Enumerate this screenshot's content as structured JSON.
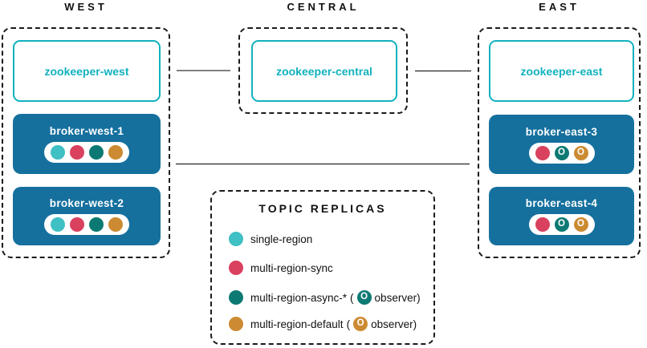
{
  "diagram": {
    "description": "Kafka multi-region deployment diagram with west, central and east regions"
  },
  "colors": {
    "broker_fill": "#15709E",
    "zookeeper_accent": "#12B1BF",
    "replica_single_region": "#3FC0C4",
    "replica_multi_region_sync": "#D9415F",
    "replica_multi_region_async": "#0C7A73",
    "replica_multi_region_default": "#CC8B32",
    "connector_gray": "#808080",
    "connector_black": "#000000",
    "dashed_border": "#1a1a1a"
  },
  "glyphs": {
    "observer": "O"
  },
  "regions": {
    "west": {
      "title": "WEST",
      "zookeeper_label": "zookeeper-west",
      "brokers": [
        {
          "name": "broker-west-1",
          "replicas": [
            {
              "type": "single-region",
              "observer": false
            },
            {
              "type": "multi-region-sync",
              "observer": false
            },
            {
              "type": "multi-region-async-*",
              "observer": false
            },
            {
              "type": "multi-region-default",
              "observer": false
            }
          ]
        },
        {
          "name": "broker-west-2",
          "replicas": [
            {
              "type": "single-region",
              "observer": false
            },
            {
              "type": "multi-region-sync",
              "observer": false
            },
            {
              "type": "multi-region-async-*",
              "observer": false
            },
            {
              "type": "multi-region-default",
              "observer": false
            }
          ]
        }
      ]
    },
    "central": {
      "title": "CENTRAL",
      "zookeeper_label": "zookeeper-central",
      "brokers": []
    },
    "east": {
      "title": "EAST",
      "zookeeper_label": "zookeeper-east",
      "brokers": [
        {
          "name": "broker-east-3",
          "replicas": [
            {
              "type": "multi-region-sync",
              "observer": false
            },
            {
              "type": "multi-region-async-*",
              "observer": true
            },
            {
              "type": "multi-region-default",
              "observer": true
            }
          ]
        },
        {
          "name": "broker-east-4",
          "replicas": [
            {
              "type": "multi-region-sync",
              "observer": false
            },
            {
              "type": "multi-region-async-*",
              "observer": true
            },
            {
              "type": "multi-region-default",
              "observer": true
            }
          ]
        }
      ]
    }
  },
  "connections": [
    {
      "from": "zookeeper-west",
      "to": "zookeeper-central",
      "color": "#808080"
    },
    {
      "from": "zookeeper-central",
      "to": "zookeeper-east",
      "color": "#000000"
    },
    {
      "from": "west-brokers",
      "to": "east-brokers",
      "color": "#000000"
    }
  ],
  "legend": {
    "title": "TOPIC REPLICAS",
    "items": [
      {
        "label": "single-region",
        "color": "#3FC0C4"
      },
      {
        "label": "multi-region-sync",
        "color": "#D9415F"
      },
      {
        "label": "multi-region-async-*",
        "open_paren": "(",
        "observer_glyph": "O",
        "observer_label": "observer)",
        "color": "#0C7A73"
      },
      {
        "label": "multi-region-default",
        "open_paren": "(",
        "observer_glyph": "O",
        "observer_label": "observer)",
        "color": "#CC8B32"
      }
    ]
  }
}
